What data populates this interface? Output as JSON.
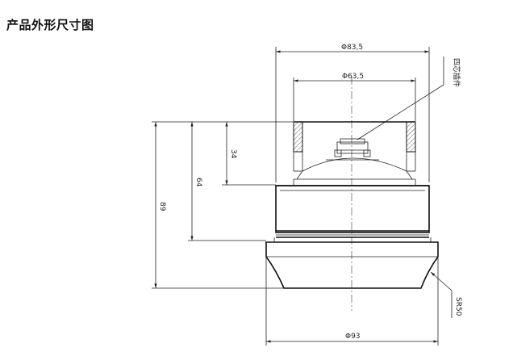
{
  "title": "产品外形尺寸图",
  "dimensions": {
    "d_outer_top": "Φ83,5",
    "d_inner_top": "Φ63,5",
    "d_base": "Φ93",
    "h_small": "34",
    "h_mid": "64",
    "h_total": "89",
    "radius": "SR50",
    "callout": "四芯插件"
  }
}
